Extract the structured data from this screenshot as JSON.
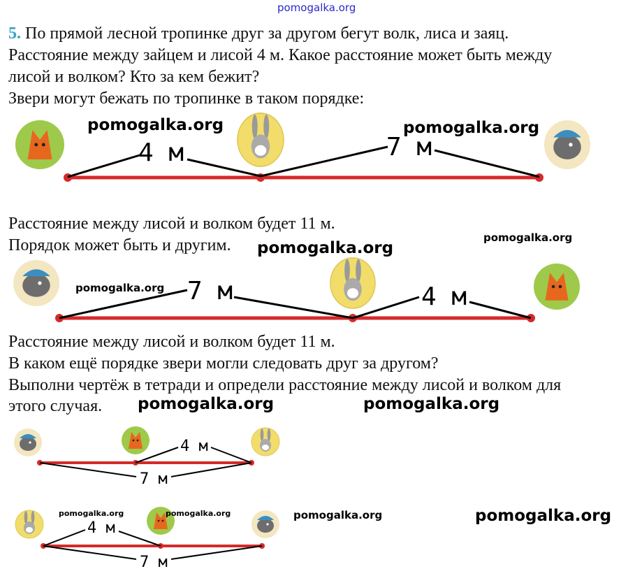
{
  "watermark": "pomogalka.org",
  "task": {
    "number": "5.",
    "lines": [
      "По прямой лесной тропинке друг за другом бегут волк, лиса и заяц.",
      "Расстояние между зайцем и лисой 4 м. Какое расстояние может быть между",
      "лисой и волком? Кто за кем бежит?",
      "Звери могут бежать по тропинке в таком порядке:"
    ]
  },
  "diagram1": {
    "order": [
      "fox",
      "hare",
      "wolf"
    ],
    "seg1": "4 м",
    "seg2": "7 м"
  },
  "answer1": [
    "Расстояние между лисой и волком будет 11 м.",
    "Порядок может быть и другим."
  ],
  "diagram2": {
    "order": [
      "wolf",
      "hare",
      "fox"
    ],
    "seg1": "7 м",
    "seg2": "4 м"
  },
  "answer2": [
    "Расстояние между лисой и волком будет 11 м.",
    "В каком ещё порядке звери могли следовать друг за другом?",
    "Выполни чертёж в тетради и определи расстояние между лисой и волком для",
    "этого случая."
  ],
  "diagram3": {
    "order": [
      "wolf",
      "fox",
      "hare"
    ],
    "top": "4 м",
    "bottom": "7 м"
  },
  "diagram4": {
    "order": [
      "hare",
      "fox",
      "wolf"
    ],
    "top": "4 м",
    "bottom": "7 м"
  },
  "colors": {
    "line": "#d42a2a",
    "number": "#3aa0c8",
    "fox_bg": "#9fc94a",
    "hare_bg": "#f2dd6a",
    "wolf_bg": "#f3e6c0"
  }
}
